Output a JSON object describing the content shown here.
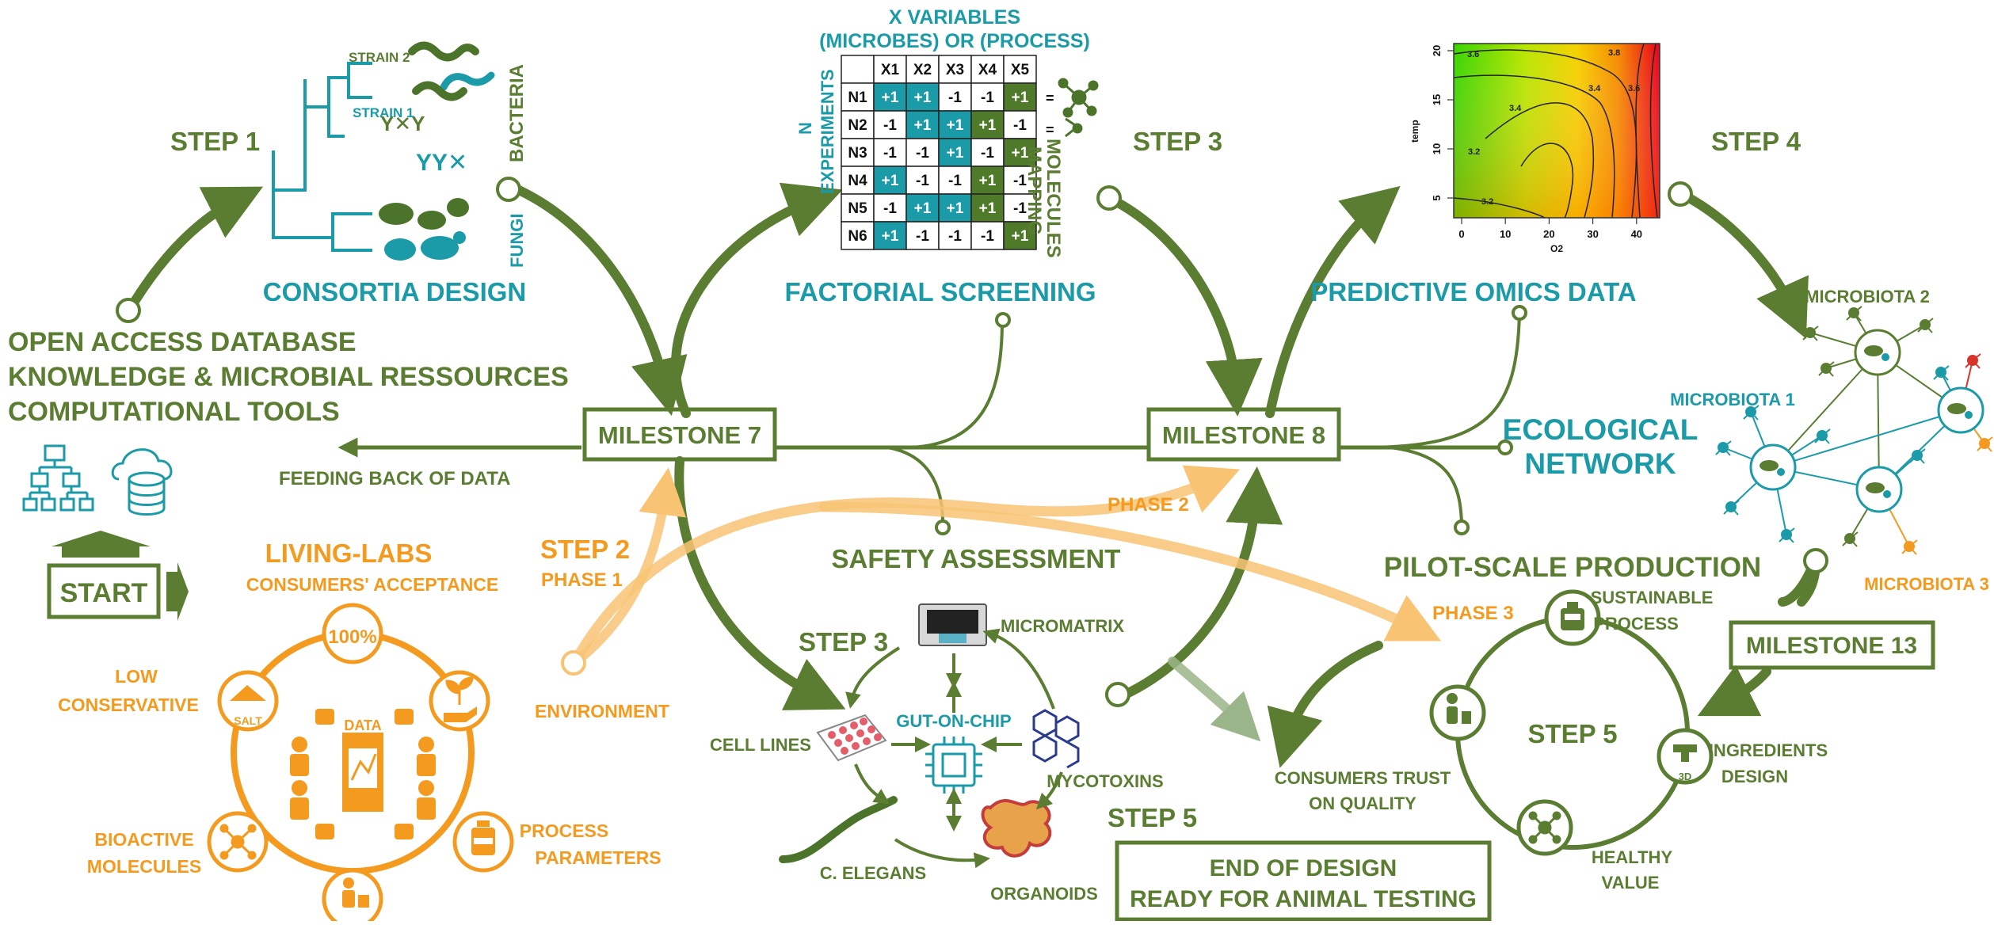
{
  "colors": {
    "green": "#5a7d32",
    "teal": "#1b9aa8",
    "orange": "#f39a1f",
    "light_orange": "#f8c474",
    "dark_green_cell": "#4e7a29"
  },
  "steps": {
    "step1": "STEP 1",
    "step2": "STEP 2",
    "phase1": "PHASE 1",
    "phase2": "PHASE 2",
    "phase3": "PHASE 3",
    "step3_top": "STEP 3",
    "step3_bottom": "STEP 3",
    "step4": "STEP 4",
    "step5_center": "STEP 5",
    "step5_right": "STEP 5"
  },
  "milestones": {
    "m7": "MILESTONE 7",
    "m8": "MILESTONE 8",
    "m13": "MILESTONE 13"
  },
  "left": {
    "db_lines": [
      "OPEN ACCESS DATABASE",
      "KNOWLEDGE & MICROBIAL RESSOURCES",
      "COMPUTATIONAL TOOLS"
    ],
    "start": "START",
    "feeding_back": "FEEDING BACK OF DATA"
  },
  "consortia": {
    "title": "CONSORTIA DESIGN",
    "strain2": "STRAIN 2",
    "strain1": "STRAIN 1",
    "bacteria": "BACTERIA",
    "fungi": "FUNGI"
  },
  "factorial": {
    "title": "FACTORIAL SCREENING",
    "x_title_1": "X VARIABLES",
    "x_title_2": "(MICROBES) OR (PROCESS)",
    "n_label_1": "N",
    "n_label_2": "EXPERIMENTS",
    "right_label_1": "MOLECULES",
    "right_label_2": "MAPPING",
    "eq": "=",
    "headers": [
      "X1",
      "X2",
      "X3",
      "X4",
      "X5"
    ],
    "rows": [
      {
        "label": "N1",
        "cells": [
          "+1",
          "+1",
          "-1",
          "-1",
          "+1"
        ]
      },
      {
        "label": "N2",
        "cells": [
          "-1",
          "+1",
          "+1",
          "+1",
          "-1"
        ]
      },
      {
        "label": "N3",
        "cells": [
          "-1",
          "-1",
          "+1",
          "-1",
          "+1"
        ]
      },
      {
        "label": "N4",
        "cells": [
          "+1",
          "-1",
          "-1",
          "+1",
          "-1"
        ]
      },
      {
        "label": "N5",
        "cells": [
          "-1",
          "+1",
          "+1",
          "+1",
          "-1"
        ]
      },
      {
        "label": "N6",
        "cells": [
          "+1",
          "-1",
          "-1",
          "-1",
          "+1"
        ]
      }
    ]
  },
  "omics": {
    "title": "PREDICTIVE OMICS DATA",
    "ylabel": "temp",
    "xlabel": "O2",
    "xticks": [
      "0",
      "10",
      "20",
      "30",
      "40"
    ],
    "yticks": [
      "5",
      "10",
      "15",
      "20"
    ],
    "contour_labels": [
      "3.6",
      "3.4",
      "3.2",
      "3.2",
      "3.4",
      "3.6",
      "3.8"
    ]
  },
  "ecology": {
    "title_1": "ECOLOGICAL",
    "title_2": "NETWORK",
    "microbiota1": "MICROBIOTA 1",
    "microbiota2": "MICROBIOTA 2",
    "microbiota3": "MICROBIOTA 3"
  },
  "living_labs": {
    "title": "LIVING-LABS",
    "subtitle": "CONSUMERS' ACCEPTANCE",
    "percent": "100%",
    "data": "DATA",
    "salt": "SALT",
    "low_1": "LOW",
    "low_2": "CONSERVATIVE",
    "environment": "ENVIRONMENT",
    "bioactive_1": "BIOACTIVE",
    "bioactive_2": "MOLECULES",
    "process_1": "PROCESS",
    "process_2": "PARAMETERS"
  },
  "safety": {
    "title": "SAFETY ASSESSMENT",
    "micromatrix": "MICROMATRIX",
    "gut_on_chip": "GUT-ON-CHIP",
    "cell_lines": "CELL LINES",
    "mycotoxins": "MYCOTOXINS",
    "c_elegans": "C. ELEGANS",
    "organoids": "ORGANOIDS"
  },
  "pilot": {
    "title": "PILOT-SCALE PRODUCTION",
    "sustainable_1": "SUSTAINABLE",
    "sustainable_2": "PROCESS",
    "ingredients_1": "INGREDIENTS",
    "ingredients_2": "DESIGN",
    "healthy_1": "HEALTHY",
    "healthy_2": "VALUE",
    "consumers_1": "CONSUMERS TRUST",
    "consumers_2": "ON QUALITY",
    "three_d": "3D"
  },
  "end": {
    "line1": "END OF DESIGN",
    "line2": "READY FOR ANIMAL TESTING"
  }
}
